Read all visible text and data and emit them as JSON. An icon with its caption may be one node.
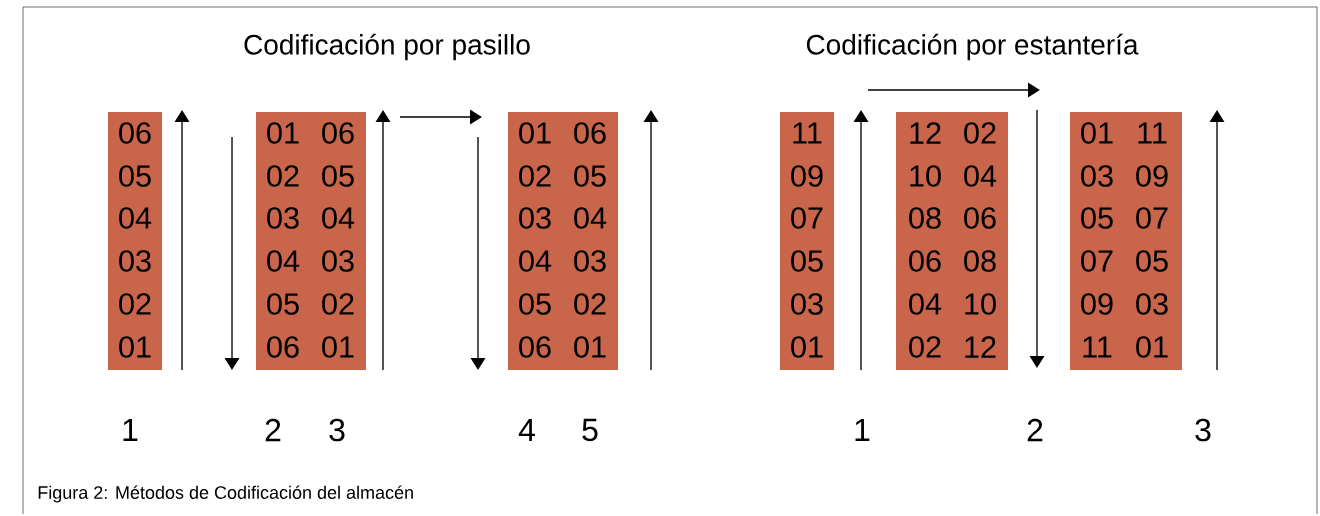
{
  "diagram": {
    "caption": "Figura 2: Métodos de Codificación del almacén",
    "nodes": [
      {
        "text": [
          "06",
          "05",
          "04",
          "03",
          "02",
          "01"
        ]
      },
      {
        "text": [
          "01",
          "06",
          "02",
          "05",
          "03",
          "04",
          "04",
          "03",
          "05",
          "02",
          "06",
          "01"
        ]
      },
      {
        "text": [
          "01",
          "06",
          "02",
          "05",
          "03",
          "04",
          "04",
          "03",
          "05",
          "02",
          "06",
          "01"
        ]
      },
      {
        "text": [
          "11",
          "09",
          "07",
          "05",
          "03",
          "01"
        ]
      },
      {
        "text": [
          "12",
          "02",
          "10",
          "04",
          "08",
          "06",
          "06",
          "08",
          "04",
          "10",
          "02",
          "12"
        ]
      },
      {
        "text": [
          "01",
          "11",
          "03",
          "09",
          "05",
          "07",
          "07",
          "05",
          "09",
          "03",
          "11",
          "01"
        ]
      }
    ],
    "edges": [],
    "labels": [
      "Codificación por pasillo",
      "Codificación por estantería",
      "1",
      "2",
      "3",
      "4",
      "5",
      "1",
      "2",
      "3"
    ]
  }
}
